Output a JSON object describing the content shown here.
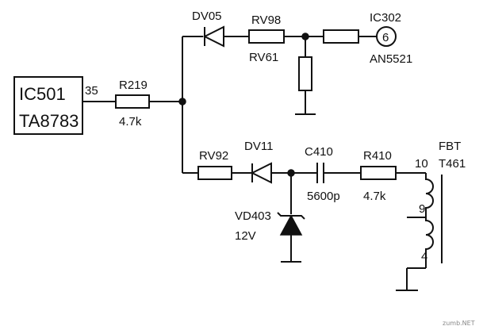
{
  "ic501": {
    "name": "IC501",
    "part": "TA8783",
    "pin": "35"
  },
  "r219": {
    "ref": "R219",
    "value": "4.7k"
  },
  "dv05": {
    "ref": "DV05"
  },
  "rv98": {
    "ref": "RV98"
  },
  "rv61": {
    "ref": "RV61"
  },
  "ic302": {
    "name": "IC302",
    "pin": "6",
    "part": "AN5521"
  },
  "rv92": {
    "ref": "RV92"
  },
  "dv11": {
    "ref": "DV11"
  },
  "c410": {
    "ref": "C410",
    "value": "5600p"
  },
  "r410": {
    "ref": "R410",
    "value": "4.7k"
  },
  "vd403": {
    "ref": "VD403",
    "value": "12V"
  },
  "fbt": {
    "name": "FBT",
    "ref": "T461",
    "pin_top": "10",
    "pin_mid": "9",
    "pin_bot": "4"
  },
  "watermark": "zumb.NET"
}
